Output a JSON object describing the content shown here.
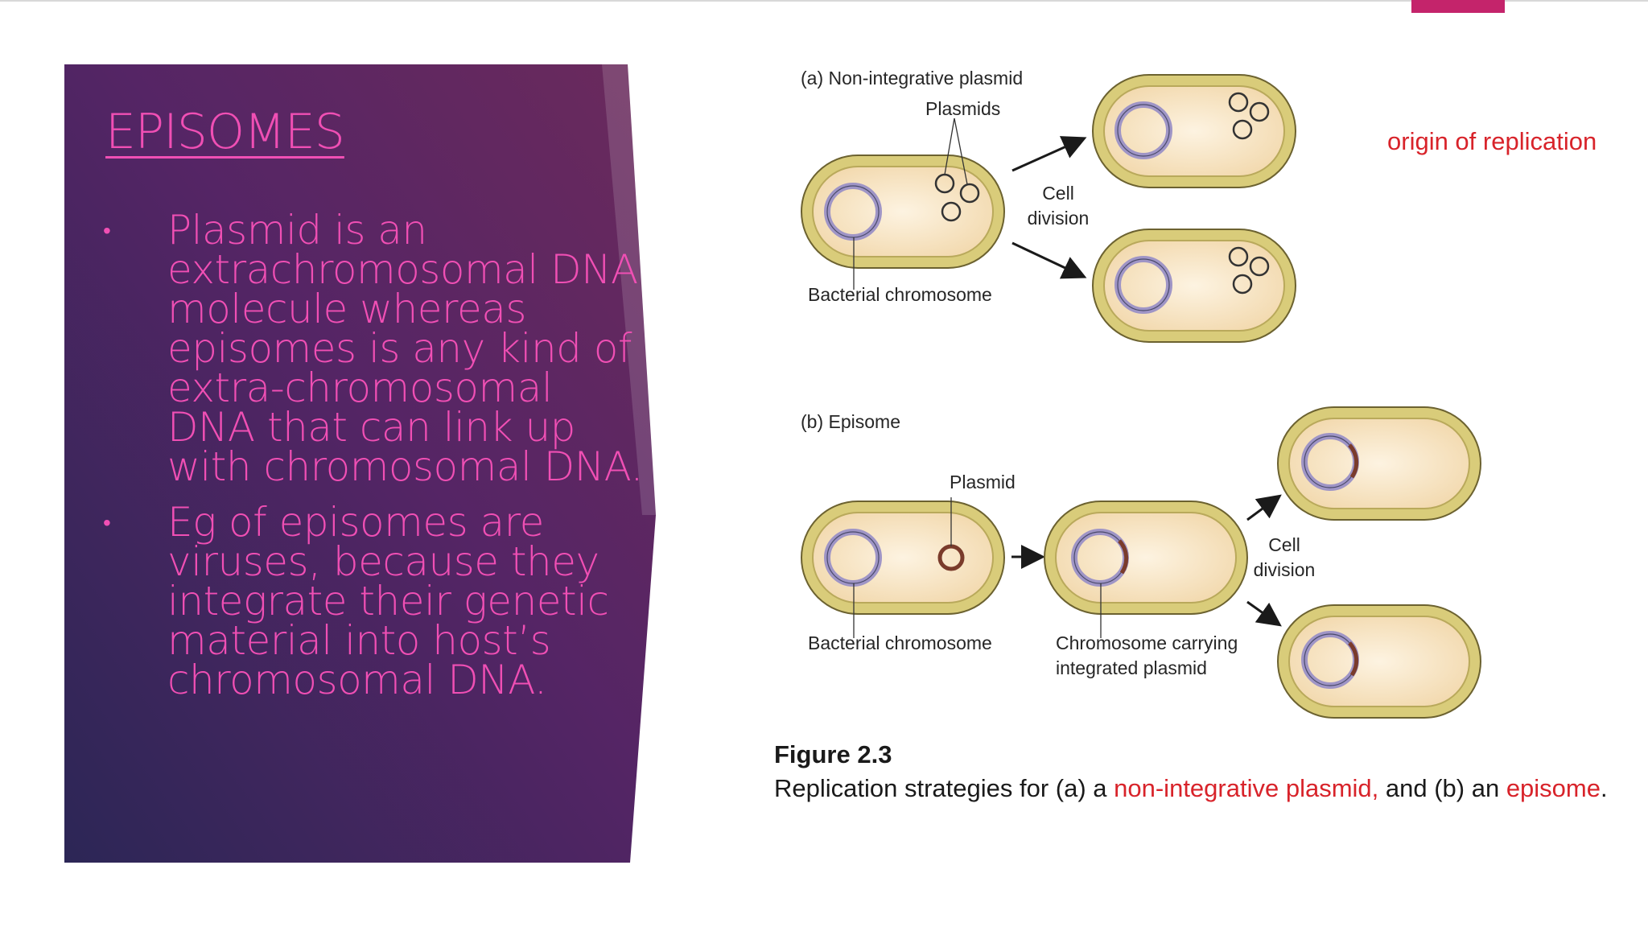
{
  "slide": {
    "title": "EPISOMES",
    "bullets": [
      "Plasmid is an extrachromosomal DNA molecule whereas episomes is any kind of extra-chromosomal DNA that can link up with chromosomal DNA.",
      "Eg of episomes are viruses, because  they integrate their genetic material into host’s chromosomal DNA."
    ],
    "bullet_marker": "•"
  },
  "figure": {
    "part_a": {
      "heading": "(a) Non-integrative plasmid",
      "plasmids_label": "Plasmids",
      "cell_division_line1": "Cell",
      "cell_division_line2": "division",
      "chromosome_label": "Bacterial chromosome"
    },
    "part_b": {
      "heading": "(b) Episome",
      "plasmid_label": "Plasmid",
      "cell_division_line1": "Cell",
      "cell_division_line2": "division",
      "chromosome_label": "Bacterial chromosome",
      "integrated_line1": "Chromosome carrying",
      "integrated_line2": "integrated plasmid"
    },
    "origin_note": "origin of replication",
    "caption_title": "Figure 2.3",
    "caption_prefix": "Replication strategies for (a) a ",
    "caption_highlight_1": "non-integrative plasmid,",
    "caption_middle": " and (b) an ",
    "caption_highlight_2": "episome",
    "caption_suffix": "."
  },
  "colors": {
    "panel_gradient_start": "#2c2656",
    "panel_gradient_mid": "#552565",
    "panel_gradient_end": "#6b2a5c",
    "text_pink": "#f04fb4",
    "accent_magenta": "#c4246b",
    "figure_red": "#d8232a",
    "cell_wall": "#d9cc7a",
    "cell_wall_edge": "#6c6230",
    "cytoplasm": "#f4dbb0",
    "chromosome_purple": "#9f95c6"
  },
  "icons": {
    "bullet": "bullet-dot-icon"
  }
}
